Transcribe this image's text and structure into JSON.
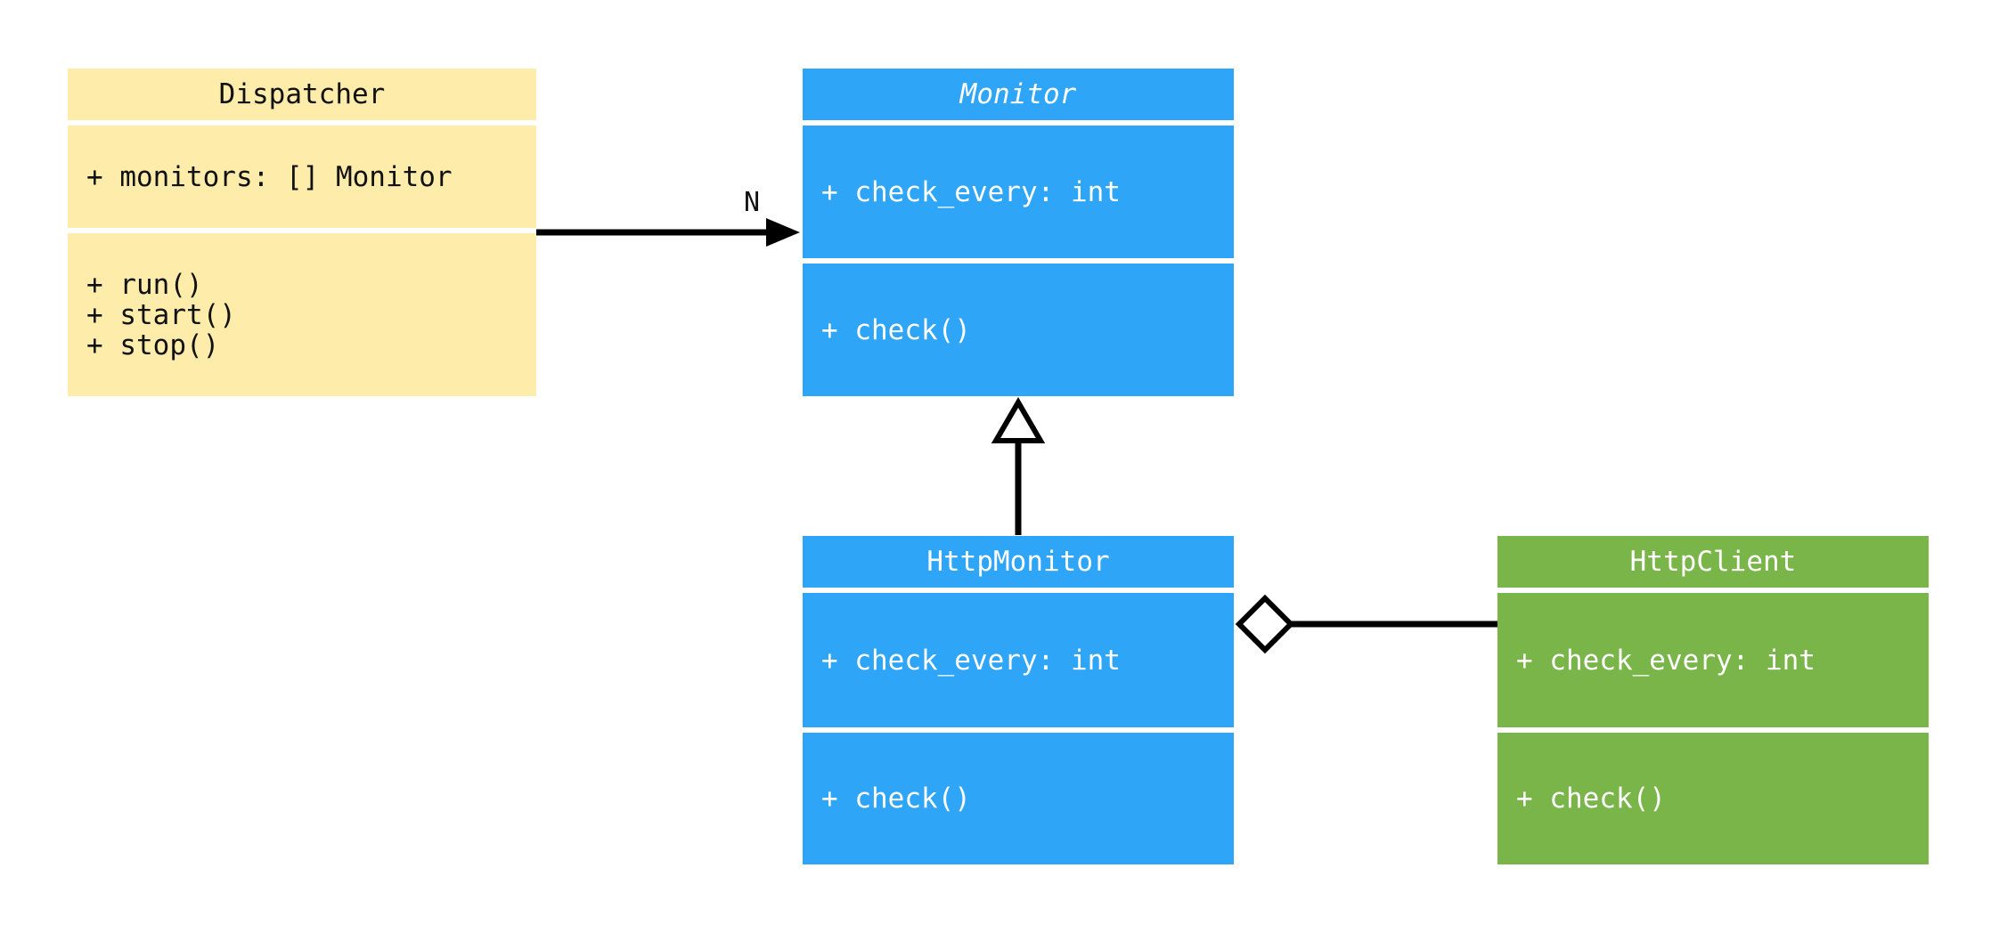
{
  "diagram": {
    "kind": "uml-class-diagram",
    "colors": {
      "dispatcher_fill": "#FDECAA",
      "monitor_fill": "#2FA5F7",
      "client_fill": "#7AB54A",
      "connector_color": "#000000",
      "background": "#FFFFFF"
    },
    "classes": {
      "dispatcher": {
        "title": "Dispatcher",
        "attributes": [
          "+ monitors: [] Monitor"
        ],
        "methods": [
          "+ run()",
          "+ start()",
          "+ stop()"
        ]
      },
      "monitor": {
        "title": "Monitor",
        "abstract": true,
        "attributes": [
          "+ check_every: int"
        ],
        "methods": [
          "+ check()"
        ]
      },
      "http_monitor": {
        "title": "HttpMonitor",
        "attributes": [
          "+ check_every: int"
        ],
        "methods": [
          "+ check()"
        ]
      },
      "http_client": {
        "title": "HttpClient",
        "attributes": [
          "+ check_every: int"
        ],
        "methods": [
          "+ check()"
        ]
      }
    },
    "relations": {
      "dispatcher_to_monitor": {
        "type": "association",
        "multiplicity_label": "N"
      },
      "http_monitor_to_monitor": {
        "type": "inheritance"
      },
      "http_monitor_to_http_client": {
        "type": "aggregation"
      }
    }
  }
}
